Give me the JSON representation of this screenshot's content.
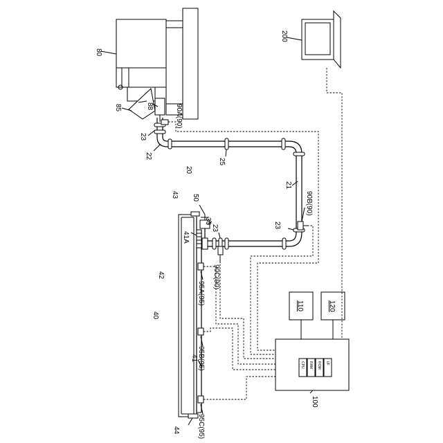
{
  "labels": {
    "machine": "80",
    "hopper": "85",
    "nozzle": "88",
    "sensor_top": "90A(90)",
    "joint_top": "23",
    "elbow_top": "22",
    "pipe_system": "20",
    "pipe_upper": "25",
    "pipe_right": "21",
    "sensor_right": "90B(90)",
    "joint_right": "23",
    "sensor_mid": "90C(90)",
    "joint_mid": "23",
    "header_unit": "43",
    "spray": "50",
    "connector": "30",
    "header_end": "41A",
    "frame": "42",
    "bar": "40",
    "sensor_a": "95A(95)",
    "sensor_b": "95B(95)",
    "header_pipe": "41",
    "sensor_c": "95C(95)",
    "end_cap": "44",
    "computer": "200",
    "box_110": "110",
    "box_120": "120",
    "controller": "100",
    "chip_cpu": "CPU",
    "chip_ram": "RAM",
    "chip_rom": "ROM",
    "chip_if": "I/F"
  }
}
